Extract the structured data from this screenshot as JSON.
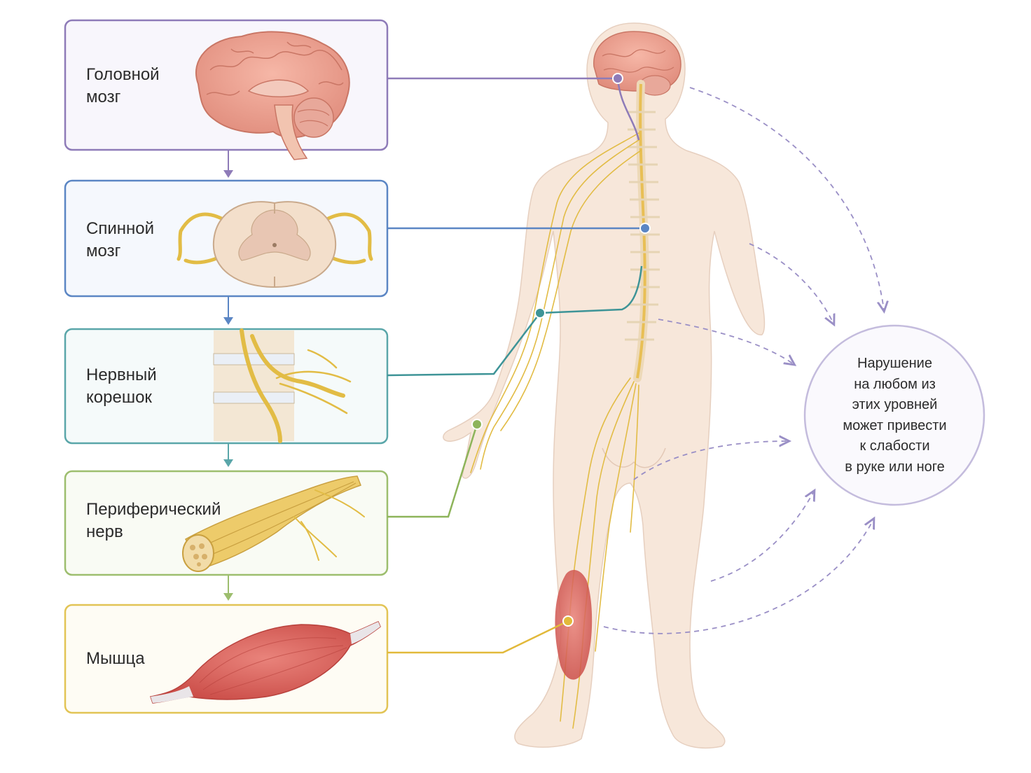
{
  "levels": [
    {
      "id": "brain",
      "label": "Головной\nмозг",
      "color": "#8E7BB8",
      "bg": "#F8F6FC",
      "icon": "brain-icon"
    },
    {
      "id": "spinal",
      "label": "Спинной\nмозг",
      "color": "#5B86C4",
      "bg": "#F5F8FD",
      "icon": "spinal-cord-cross-section-icon"
    },
    {
      "id": "root",
      "label": "Нервный\nкорешок",
      "color": "#5AA6A9",
      "bg": "#F5FAFA",
      "icon": "nerve-root-icon"
    },
    {
      "id": "nerve",
      "label": "Периферический\nнерв",
      "color": "#9DBE6E",
      "bg": "#F9FBF4",
      "icon": "peripheral-nerve-icon"
    },
    {
      "id": "muscle",
      "label": "Мышца",
      "color": "#E2C455",
      "bg": "#FEFCF4",
      "icon": "muscle-icon"
    }
  ],
  "summary": {
    "text": "Нарушение\nна любом из\nэтих уровней\nможет привести\nк слабости\nв руке или ноге",
    "border_color": "#C4BCDD",
    "bg": "#FAF9FD"
  },
  "body_figure": {
    "icon": "human-body-figure-icon",
    "skin": "#F7E7DA",
    "nerve_color": "#E2BC45"
  },
  "arrow_color": "#9A8FC6"
}
